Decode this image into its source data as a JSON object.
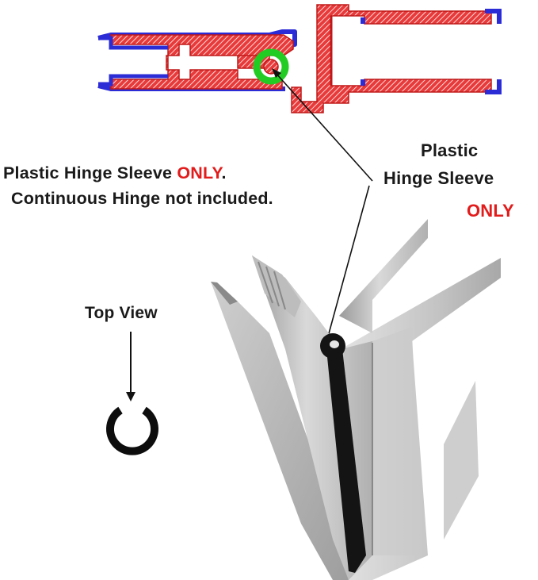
{
  "labels": {
    "left_line1_part1": "Plastic Hinge Sleeve ",
    "left_line1_part2": "ONLY",
    "left_line1_part3": ".",
    "left_line2": "Continuous Hinge not included.",
    "right_line1": "Plastic",
    "right_line2": "Hinge Sleeve",
    "right_line3": "ONLY",
    "top_view": "Top View"
  },
  "colors": {
    "profile_red": "#e03232",
    "profile_blue": "#2c2cd6",
    "sleeve_green": "#22cc22",
    "text_red": "#e21b1b",
    "text_dark": "#1a1a1a",
    "aluminum_light": "#d4d4d4",
    "aluminum_dark": "#8f8f8f",
    "gasket_black": "#141414"
  }
}
